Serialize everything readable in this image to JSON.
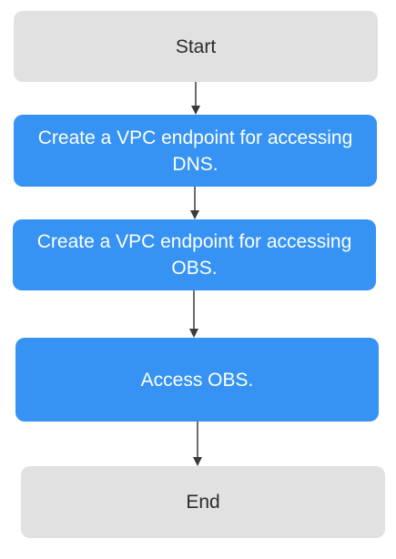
{
  "flowchart": {
    "nodes": [
      {
        "id": "start",
        "label": "Start",
        "kind": "terminal"
      },
      {
        "id": "step-1",
        "label": "Create a VPC endpoint for accessing DNS.",
        "kind": "process"
      },
      {
        "id": "step-2",
        "label": "Create a VPC endpoint for accessing OBS.",
        "kind": "process"
      },
      {
        "id": "step-3",
        "label": "Access OBS.",
        "kind": "process"
      },
      {
        "id": "end",
        "label": "End",
        "kind": "terminal"
      }
    ],
    "edges": [
      {
        "from": "start",
        "to": "step-1"
      },
      {
        "from": "step-1",
        "to": "step-2"
      },
      {
        "from": "step-2",
        "to": "step-3"
      },
      {
        "from": "step-3",
        "to": "end"
      }
    ]
  },
  "colors": {
    "terminal_fill": "#e1e1e1",
    "process_fill": "#3693f3",
    "arrow": "#3a3a3a"
  }
}
